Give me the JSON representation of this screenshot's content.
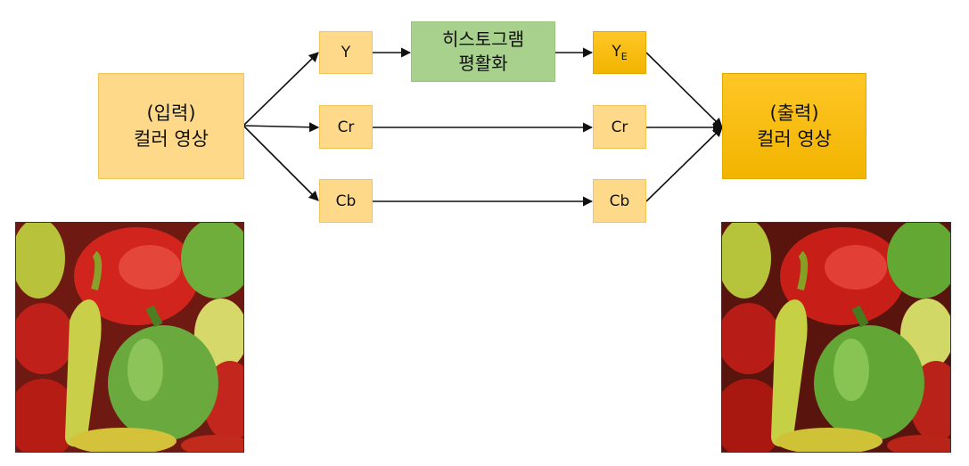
{
  "input_box": {
    "line1": "(입력)",
    "line2": "컬러 영상"
  },
  "output_box": {
    "line1": "(출력)",
    "line2": "컬러 영상"
  },
  "y_box": "Y",
  "he_box": {
    "line1": "히스토그램",
    "line2": "평활화"
  },
  "ye_box": {
    "main": "Y",
    "sub": "E"
  },
  "cr_in": "Cr",
  "cb_in": "Cb",
  "cr_out": "Cr",
  "cb_out": "Cb",
  "colors": {
    "light_box": "#ffd98a",
    "green_box": "#a9d18e",
    "gold_box": "#ffc000"
  },
  "images": {
    "left": "peppers-original",
    "right": "peppers-equalized"
  }
}
